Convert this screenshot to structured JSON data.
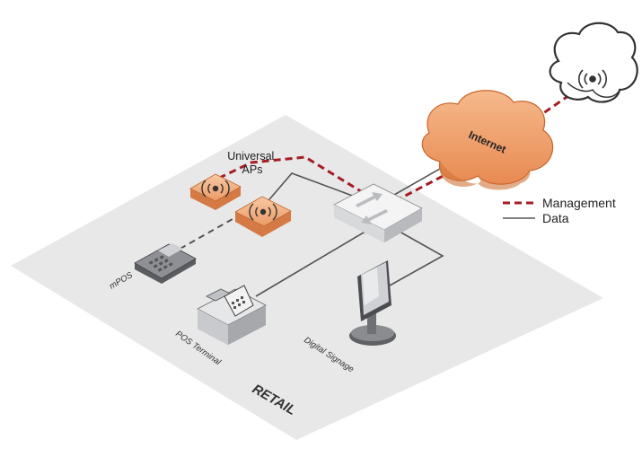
{
  "labels": {
    "universal_aps_line1": "Universal",
    "universal_aps_line2": "APs",
    "internet": "Internet",
    "mpos": "mPOS",
    "pos_terminal": "POS Terminal",
    "digital_signage": "Digital Signage",
    "retail": "RETAIL"
  },
  "legend": {
    "management": "Management",
    "data": "Data"
  },
  "colors": {
    "management": "#a51d24",
    "data": "#555555",
    "cloud_orange": "#f0a070",
    "floor": "#e8e8e9"
  }
}
